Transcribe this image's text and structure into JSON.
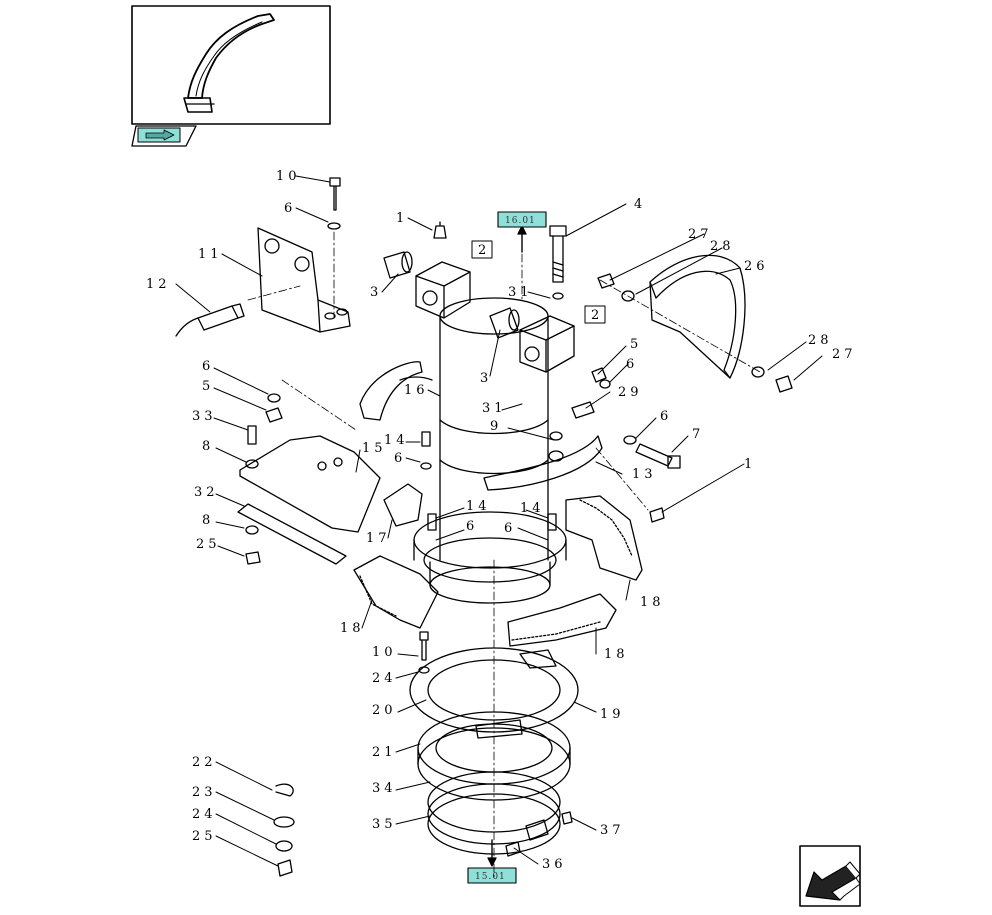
{
  "colors": {
    "ink": "#000000",
    "ref_fill": "#8fe0d8",
    "paper": "#ffffff"
  },
  "thumbnail": {
    "nav_icon": "forward-arrow-icon"
  },
  "refs": {
    "top": "16.01",
    "bottom": "15.01"
  },
  "boxed": {
    "a": "2",
    "b": "2"
  },
  "nav": {
    "back_icon": "back-arrow-icon"
  },
  "callouts": [
    {
      "id": "c10a",
      "text": "10"
    },
    {
      "id": "c6a",
      "text": "6"
    },
    {
      "id": "c11",
      "text": "11"
    },
    {
      "id": "c12",
      "text": "12"
    },
    {
      "id": "c1a",
      "text": "1"
    },
    {
      "id": "c3a",
      "text": "3"
    },
    {
      "id": "c4",
      "text": "4"
    },
    {
      "id": "c27a",
      "text": "27"
    },
    {
      "id": "c28a",
      "text": "28"
    },
    {
      "id": "c26",
      "text": "26"
    },
    {
      "id": "c31a",
      "text": "31"
    },
    {
      "id": "c3b",
      "text": "3"
    },
    {
      "id": "c5a",
      "text": "5"
    },
    {
      "id": "c6b",
      "text": "6"
    },
    {
      "id": "c28b",
      "text": "28"
    },
    {
      "id": "c27b",
      "text": "27"
    },
    {
      "id": "c16",
      "text": "16"
    },
    {
      "id": "c31b",
      "text": "31"
    },
    {
      "id": "c29",
      "text": "29"
    },
    {
      "id": "c9",
      "text": "9"
    },
    {
      "id": "c6c",
      "text": "6"
    },
    {
      "id": "c7",
      "text": "7"
    },
    {
      "id": "c6d",
      "text": "6"
    },
    {
      "id": "c5b",
      "text": "5"
    },
    {
      "id": "c33",
      "text": "33"
    },
    {
      "id": "c8a",
      "text": "8"
    },
    {
      "id": "c15",
      "text": "15"
    },
    {
      "id": "c14a",
      "text": "14"
    },
    {
      "id": "c6e",
      "text": "6"
    },
    {
      "id": "c13",
      "text": "13"
    },
    {
      "id": "c1b",
      "text": "1"
    },
    {
      "id": "c32",
      "text": "32"
    },
    {
      "id": "c8b",
      "text": "8"
    },
    {
      "id": "c25a",
      "text": "25"
    },
    {
      "id": "c17",
      "text": "17"
    },
    {
      "id": "c14b",
      "text": "14"
    },
    {
      "id": "c6f",
      "text": "6"
    },
    {
      "id": "c14c",
      "text": "14"
    },
    {
      "id": "c6g",
      "text": "6"
    },
    {
      "id": "c18a",
      "text": "18"
    },
    {
      "id": "c18b",
      "text": "18"
    },
    {
      "id": "c18c",
      "text": "18"
    },
    {
      "id": "c10b",
      "text": "10"
    },
    {
      "id": "c24a",
      "text": "24"
    },
    {
      "id": "c20",
      "text": "20"
    },
    {
      "id": "c19",
      "text": "19"
    },
    {
      "id": "c21",
      "text": "21"
    },
    {
      "id": "c34",
      "text": "34"
    },
    {
      "id": "c35",
      "text": "35"
    },
    {
      "id": "c37",
      "text": "37"
    },
    {
      "id": "c36",
      "text": "36"
    },
    {
      "id": "c22",
      "text": "22"
    },
    {
      "id": "c23",
      "text": "23"
    },
    {
      "id": "c24b",
      "text": "24"
    },
    {
      "id": "c25b",
      "text": "25"
    }
  ]
}
